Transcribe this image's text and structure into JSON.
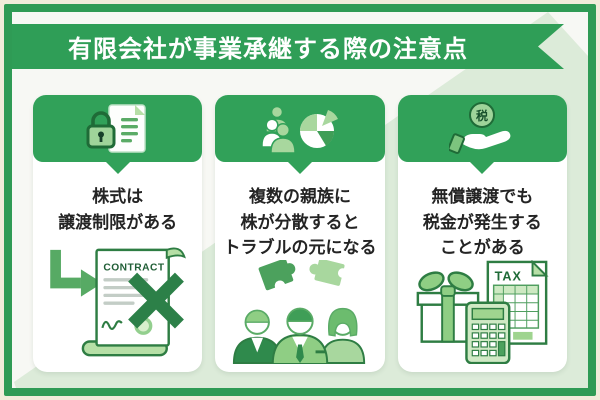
{
  "poster": {
    "title": "有限会社が事業承継する際の注意点",
    "colors": {
      "frame_green": "#2f9b55",
      "banner_green": "#2f9e57",
      "header_green": "#31a159",
      "light_green_bg": "#dcebd9",
      "cream_border": "#f1ecda",
      "heading_text": "#242424",
      "outline_green": "#2e7d43",
      "mid_green": "#4ca15d",
      "soft_green": "#8fce84",
      "pale_green": "#b6dfa6"
    },
    "cards": [
      {
        "icon": "lock-document-icon",
        "heading_lines": [
          "株式は",
          "譲渡制限がある",
          ""
        ],
        "illustration": "contract-crossed-illustration",
        "contract_label": "CONTRACT"
      },
      {
        "icon": "family-shares-pie-icon",
        "heading_lines": [
          "複数の親族に",
          "株が分散すると",
          "トラブルの元になる"
        ],
        "illustration": "family-puzzle-illustration"
      },
      {
        "icon": "tax-hand-icon",
        "coin_label": "税",
        "heading_lines": [
          "無償譲渡でも",
          "税金が発生する",
          "ことがある"
        ],
        "illustration": "gift-tax-calculator-illustration",
        "tax_label": "TAX"
      }
    ]
  }
}
